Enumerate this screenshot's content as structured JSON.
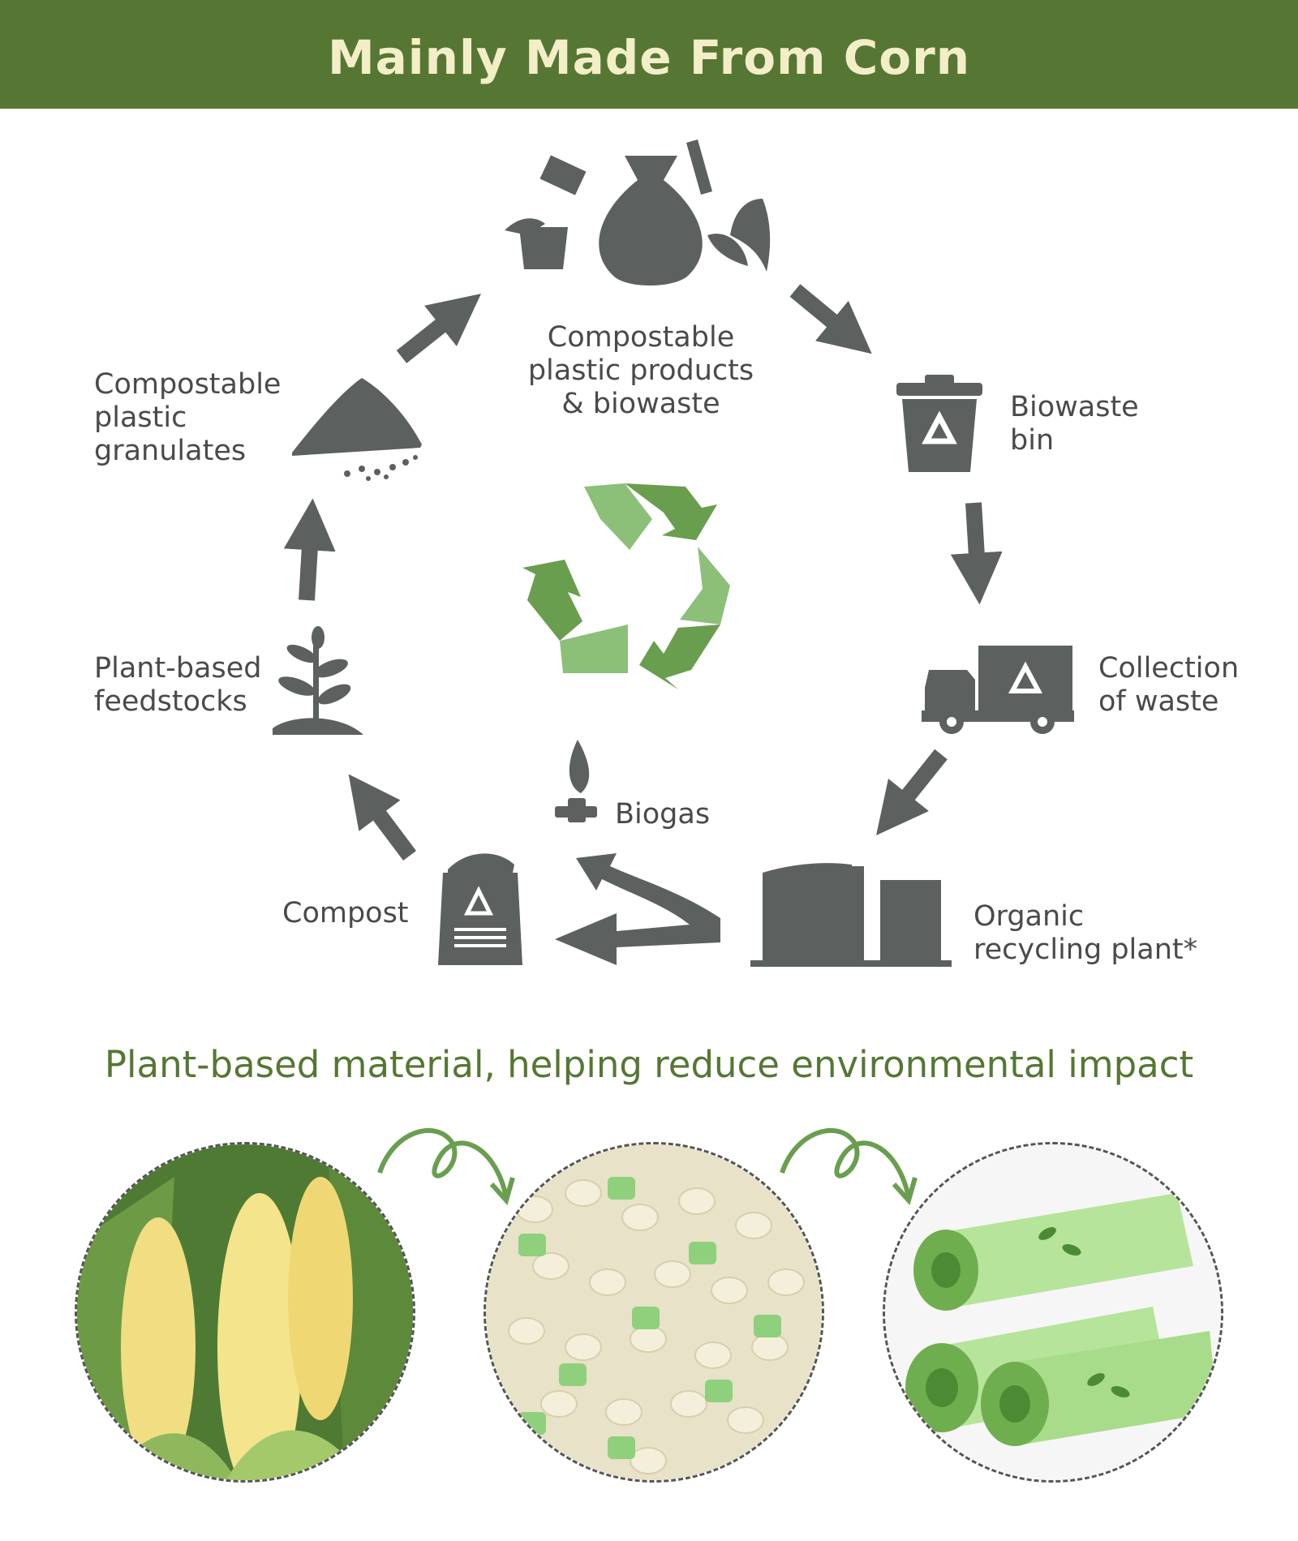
{
  "header": {
    "title": "Mainly Made From Corn"
  },
  "cycle": {
    "steps": [
      {
        "label": "Compostable\nplastic products\n& biowaste",
        "icon": "bag-biowaste-icon"
      },
      {
        "label": "Biowaste\nbin",
        "icon": "recycle-bin-icon"
      },
      {
        "label": "Collection\nof waste",
        "icon": "truck-icon"
      },
      {
        "label": "Organic\nrecycling plant*",
        "icon": "recycling-plant-icon"
      },
      {
        "label": "Biogas",
        "icon": "flame-icon"
      },
      {
        "label": "Compost",
        "icon": "compost-bag-icon"
      },
      {
        "label": "Plant-based\nfeedstocks",
        "icon": "seedling-icon"
      },
      {
        "label": "Compostable\nplastic\ngranulates",
        "icon": "granules-pile-icon"
      }
    ],
    "center_icon": "recycle-symbol-icon"
  },
  "subtitle": "Plant-based material, helping reduce environmental impact",
  "photos": [
    "corn-photo",
    "pellets-photo",
    "bag-rolls-photo"
  ],
  "colors": {
    "header_bg": "#557733",
    "header_text": "#f3eec7",
    "icon_gray": "#5c6160",
    "accent_green": "#6a9e4f",
    "light_green": "#8cc078"
  }
}
